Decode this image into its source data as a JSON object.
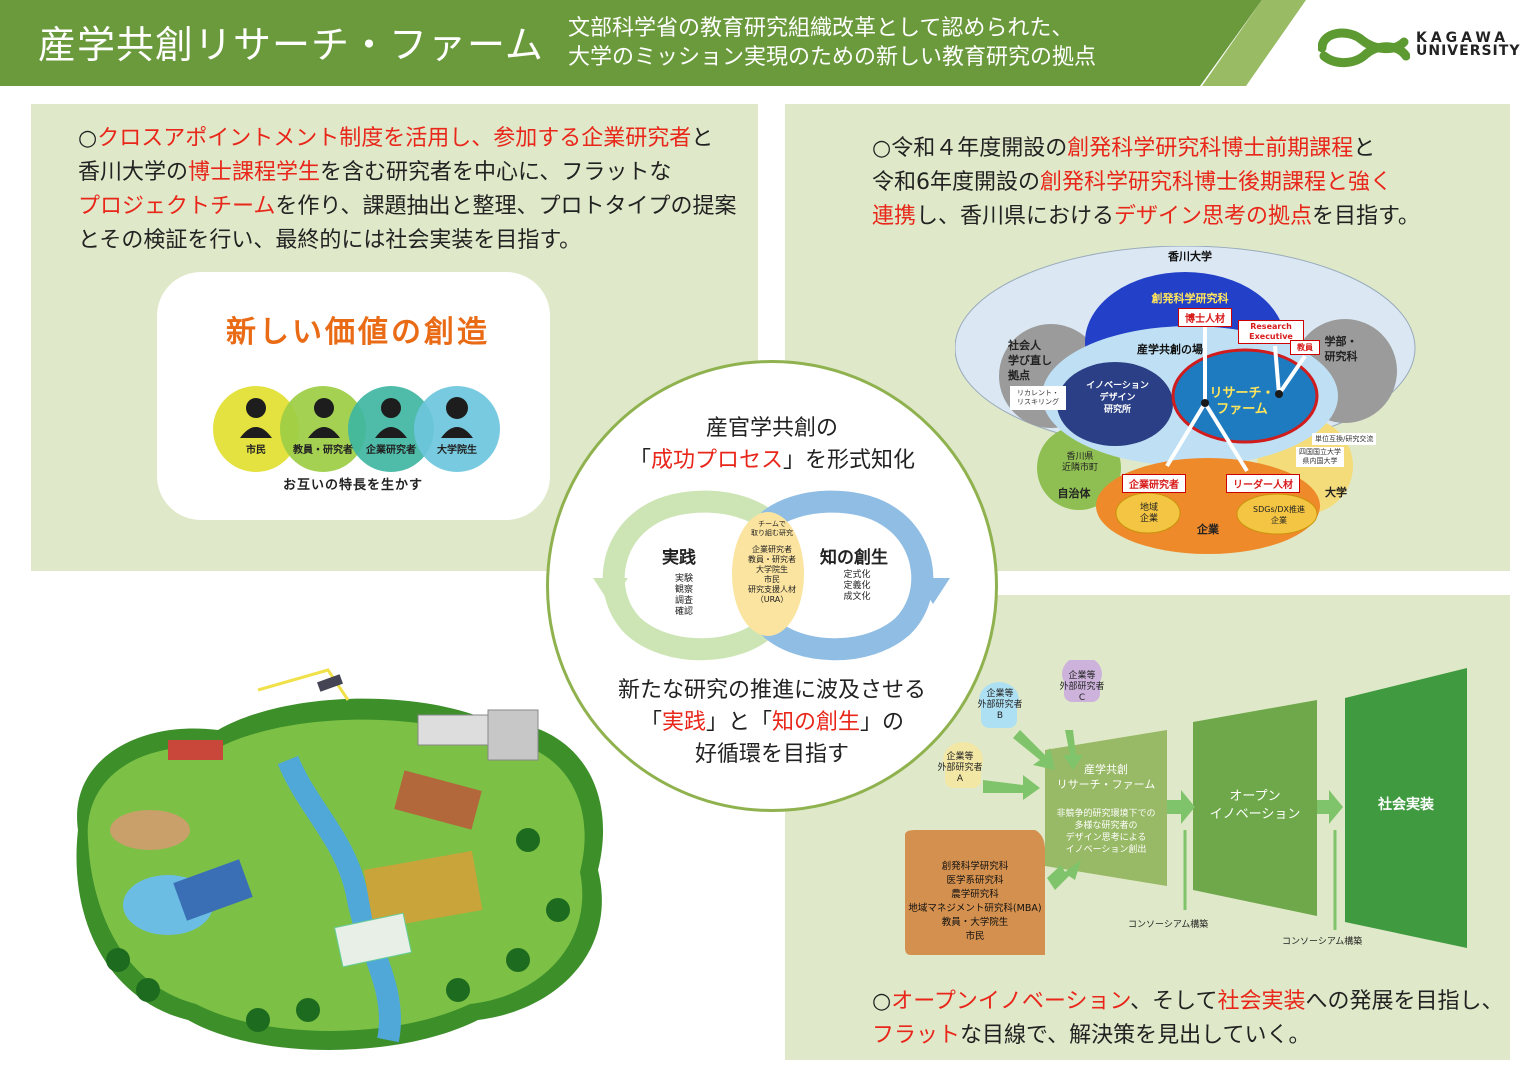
{
  "header": {
    "title": "産学共創リサーチ・ファーム",
    "subtitle_line1": "文部科学省の教育研究組織改革として認められた、",
    "subtitle_line2": "大学のミッション実現のための新しい教育研究の拠点",
    "logo_line1": "KAGAWA",
    "logo_line2": "UNIVERSITY",
    "colors": {
      "bar": "#6b9a3d",
      "bar_light": "#98bb63"
    }
  },
  "panel1": {
    "text": [
      [
        {
          "t": "○"
        },
        {
          "t": "クロスアポイントメント制度を活用し、参加する企業研究者",
          "red": true
        },
        {
          "t": "と"
        }
      ],
      [
        {
          "t": "香川大学の"
        },
        {
          "t": "博士課程学生",
          "red": true
        },
        {
          "t": "を含む研究者を中心に、フラットな"
        }
      ],
      [
        {
          "t": "プロジェクトチーム",
          "red": true
        },
        {
          "t": "を作り、課題抽出と整理、プロトタイプの提案"
        }
      ],
      [
        {
          "t": "とその検証を行い、最終的には社会実装を目指す。"
        }
      ]
    ],
    "card": {
      "title": "新しい価値の創造",
      "roles": [
        {
          "label": "市民",
          "color": "#e2df30"
        },
        {
          "label": "教員・研究者",
          "color": "#9ccd43"
        },
        {
          "label": "企業研究者",
          "color": "#3fb6a2"
        },
        {
          "label": "大学院生",
          "color": "#6cc5dd"
        }
      ],
      "caption": "お互いの特長を生かす"
    }
  },
  "panel2": {
    "text": [
      [
        {
          "t": "○令和４年度開設の"
        },
        {
          "t": "創発科学研究科博士前期課程",
          "red": true
        },
        {
          "t": "と"
        }
      ],
      [
        {
          "t": "令和6年度開設の"
        },
        {
          "t": "創発科学研究科博士後期課程と強く",
          "red": true
        }
      ],
      [
        {
          "t": "連携",
          "red": true
        },
        {
          "t": "し、香川県における"
        },
        {
          "t": "デザイン思考の拠点",
          "red": true
        },
        {
          "t": "を目指す。"
        }
      ]
    ],
    "diagram": {
      "kagawa": "香川大学",
      "soupatsu": "創発科学研究科",
      "hakase": "博士人材",
      "research_exec": "Research Executive",
      "kyoin": "教員",
      "shakaijin": [
        "社会人",
        "学び直し",
        "拠点"
      ],
      "recurrent": [
        "リカレント・",
        "リスキリング"
      ],
      "gakubu": [
        "学部・",
        "研究科"
      ],
      "ba": "産学共創の場",
      "innovation": [
        "イノベーション",
        "デザイン",
        "研究所"
      ],
      "farm": [
        "リサーチ・",
        "ファーム"
      ],
      "gov_local": [
        "香川県",
        "近隣市町"
      ],
      "gov": "自治体",
      "univ_note1": "単位互換/研究交流",
      "univ_note2": [
        "四国国立大学",
        "県内国大学"
      ],
      "univ": "大学",
      "corp_res": "企業研究者",
      "leader": "リーダー人材",
      "local_corp": [
        "地域",
        "企業"
      ],
      "sdgs": [
        "SDGs/DX推進",
        "企業"
      ],
      "corp": "企業"
    }
  },
  "center": {
    "line1": "産官学共創の",
    "line2": [
      {
        "t": "「"
      },
      {
        "t": "成功プロセス",
        "red": true
      },
      {
        "t": "」を形式知化"
      }
    ],
    "jissen": "実践",
    "jissen_items": [
      "実験",
      "観察",
      "調査",
      "確認"
    ],
    "chi": "知の創生",
    "chi_items": [
      "定式化",
      "定義化",
      "成文化"
    ],
    "team": [
      "チームで",
      "取り組む研究"
    ],
    "members": [
      "企業研究者",
      "教員・研究者",
      "大学院生",
      "市民",
      "研究支援人材",
      "（URA）"
    ],
    "line3": "新たな研究の推進に波及させる",
    "line4": [
      {
        "t": "「"
      },
      {
        "t": "実践",
        "red": true
      },
      {
        "t": "」と「"
      },
      {
        "t": "知の創生",
        "red": true
      },
      {
        "t": "」の"
      }
    ],
    "line5": "好循環を目指す"
  },
  "panel4": {
    "ext_a": [
      "企業等",
      "外部研究者",
      "A"
    ],
    "ext_b": [
      "企業等",
      "外部研究者",
      "B"
    ],
    "ext_c": [
      "企業等",
      "外部研究者",
      "C"
    ],
    "farm_title": [
      "産学共創",
      "リサーチ・ファーム"
    ],
    "farm_desc": [
      "非競争的研究環境下での",
      "多様な研究者の",
      "デザイン思考による",
      "イノベーション創出"
    ],
    "open_innov": [
      "オープン",
      "イノベーション"
    ],
    "social": "社会実装",
    "sources": [
      "創発科学研究科",
      "医学系研究科",
      "農学研究科",
      "地域マネジメント研究科(MBA)",
      "教員・大学院生",
      "市民"
    ],
    "consortium1": "コンソーシアム構築",
    "consortium2": "コンソーシアム構築",
    "text": [
      [
        {
          "t": "○"
        },
        {
          "t": "オープンイノベーション",
          "red": true
        },
        {
          "t": "、そして"
        },
        {
          "t": "社会実装",
          "red": true
        },
        {
          "t": "への発展を目指し、"
        }
      ],
      [
        {
          "t": "フラット",
          "red": true
        },
        {
          "t": "な目線で、解決策を見出していく。"
        }
      ]
    ]
  }
}
